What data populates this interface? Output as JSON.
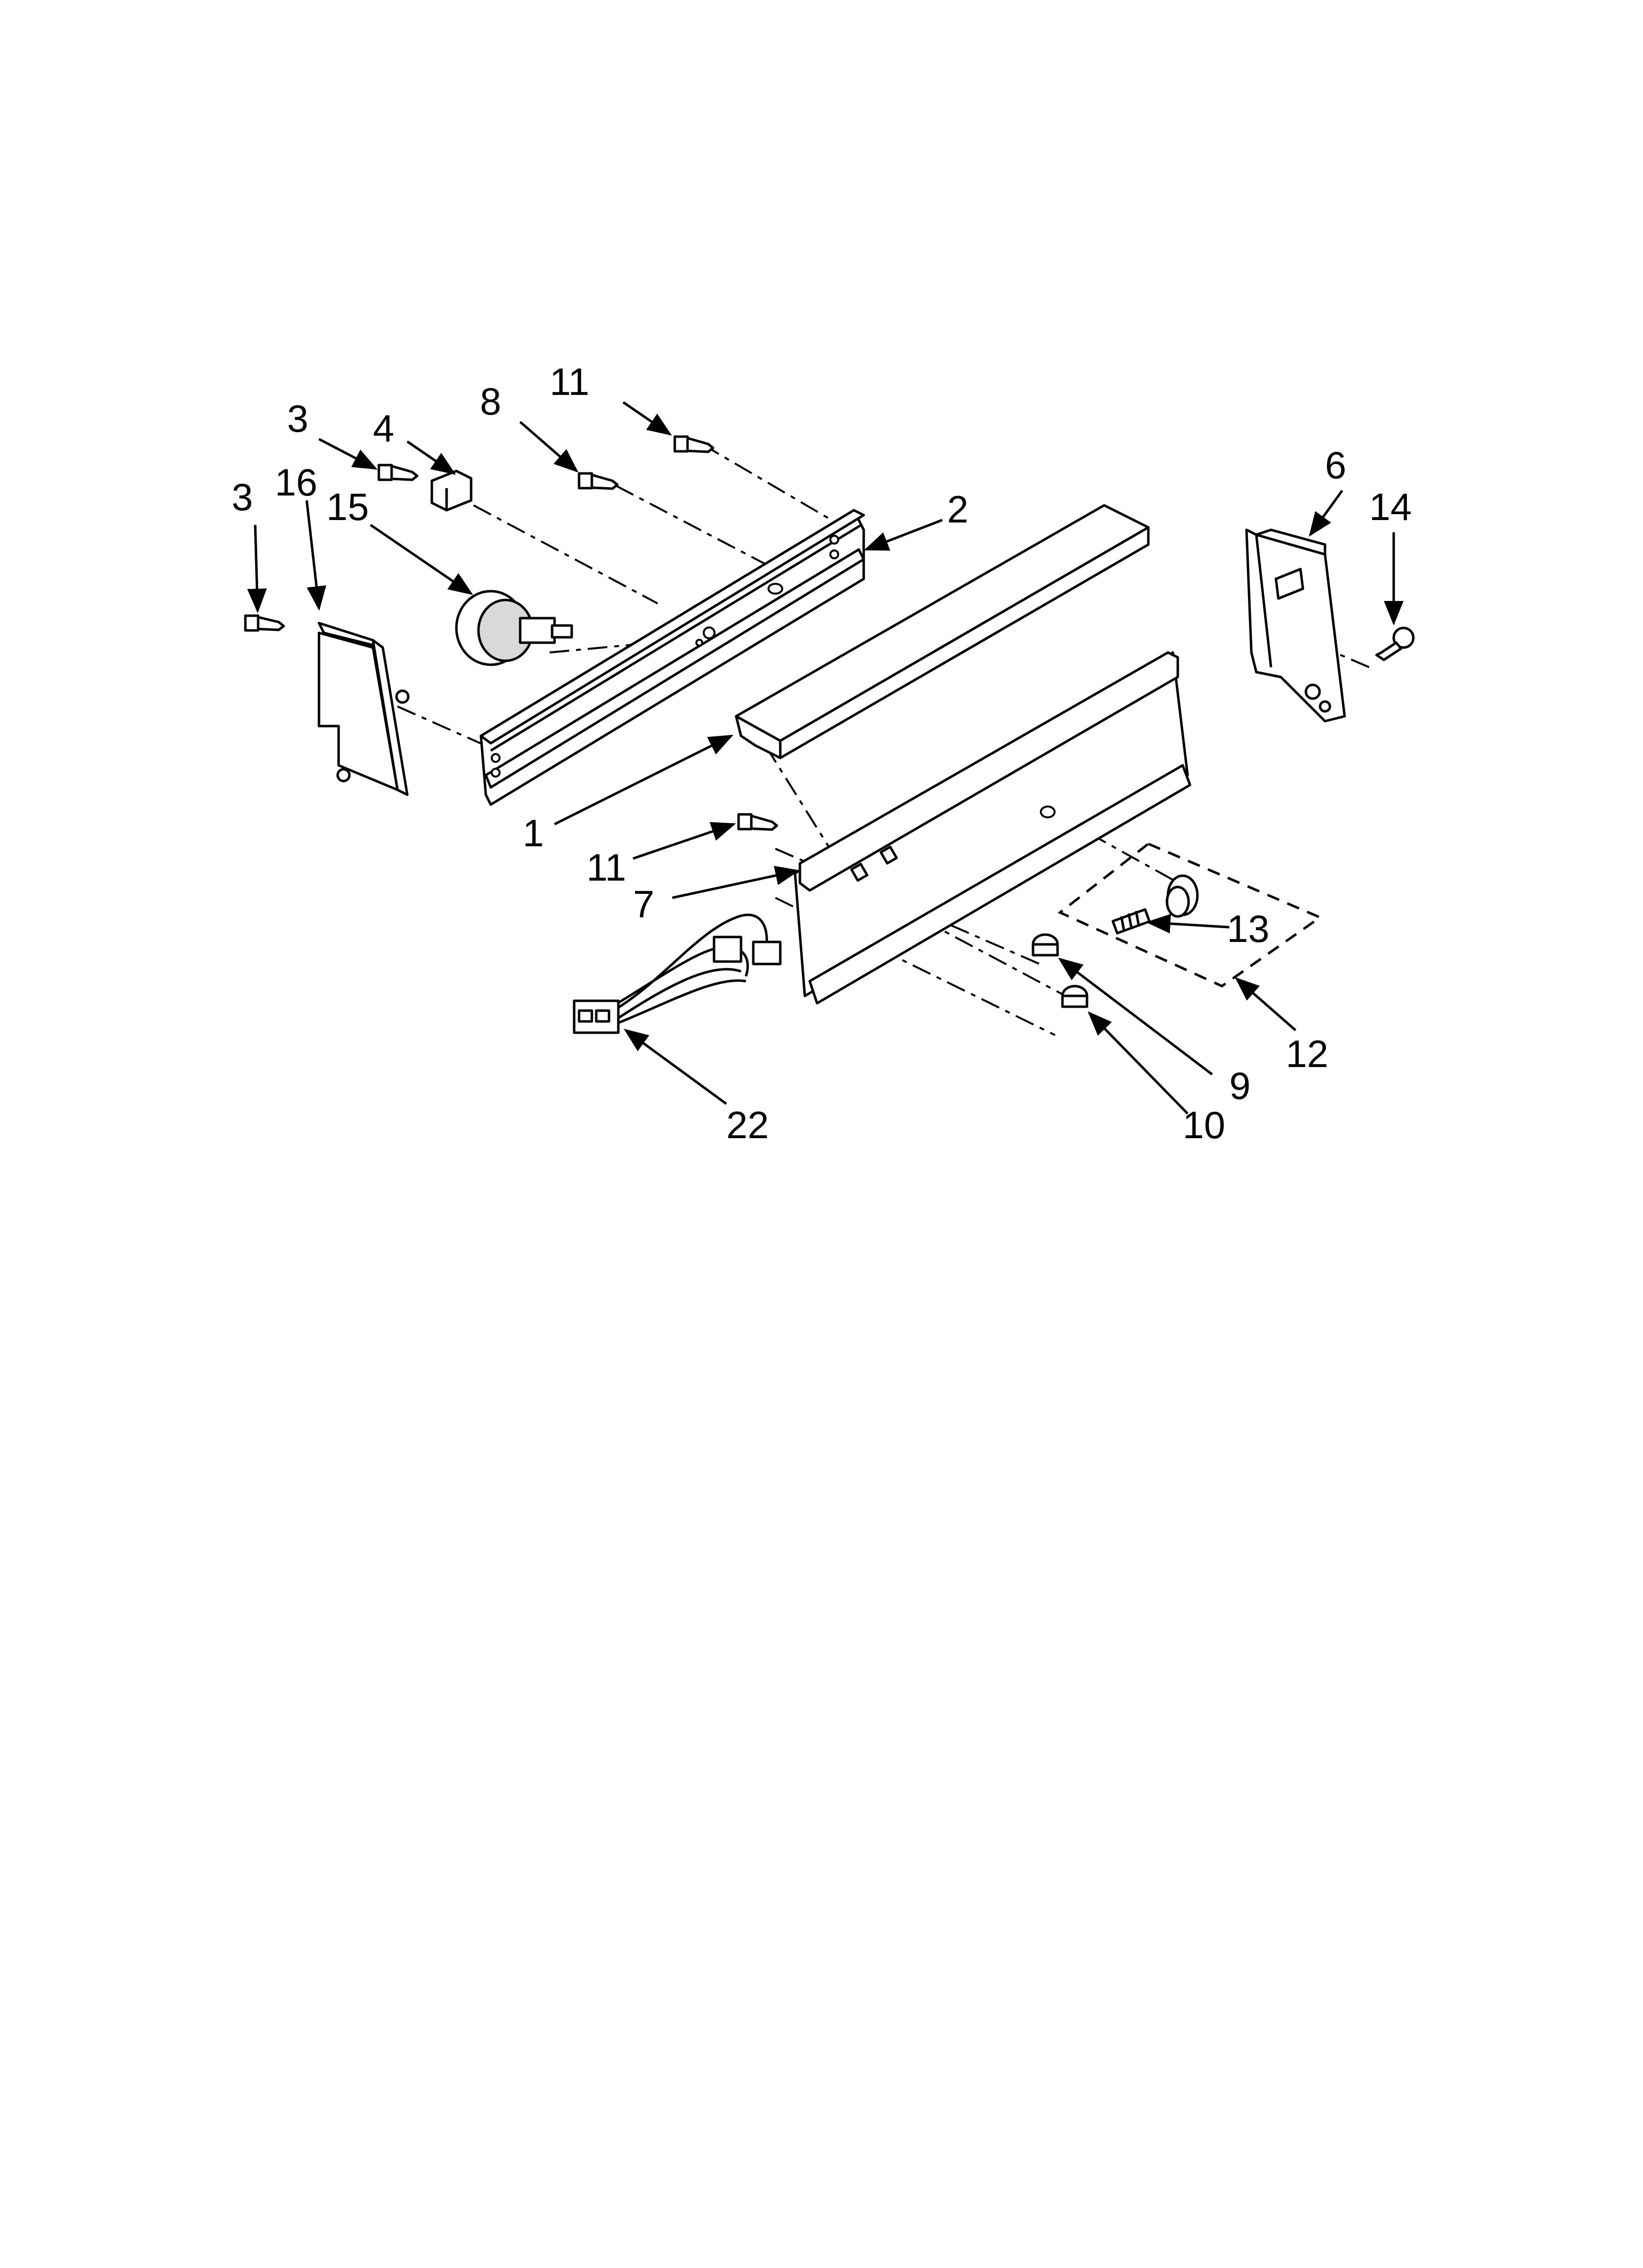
{
  "diagram": {
    "callouts": {
      "c1": "1",
      "c2": "2",
      "c3a": "3",
      "c3b": "3",
      "c4": "4",
      "c6": "6",
      "c7": "7",
      "c8": "8",
      "c9": "9",
      "c10": "10",
      "c11a": "11",
      "c11b": "11",
      "c12": "12",
      "c13": "13",
      "c14": "14",
      "c15": "15",
      "c16": "16",
      "c22": "22"
    }
  }
}
